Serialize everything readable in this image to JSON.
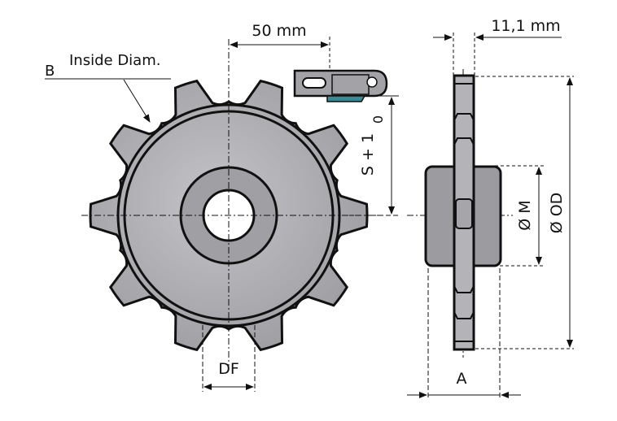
{
  "labels": {
    "pitch": "50 mm",
    "thickness": "11,1 mm",
    "inside_diam": "Inside Diam.",
    "b": "B",
    "s_plus": "S + 1",
    "s_zero": "0",
    "m": "Ø M",
    "od": "Ø OD",
    "df": "DF",
    "a": "A"
  },
  "sprocket": {
    "teeth": 10
  },
  "colors": {
    "body": "#a9a9ad",
    "hub": "#9c9ca0",
    "chain_accent": "#3a8a94",
    "line": "#111111"
  }
}
